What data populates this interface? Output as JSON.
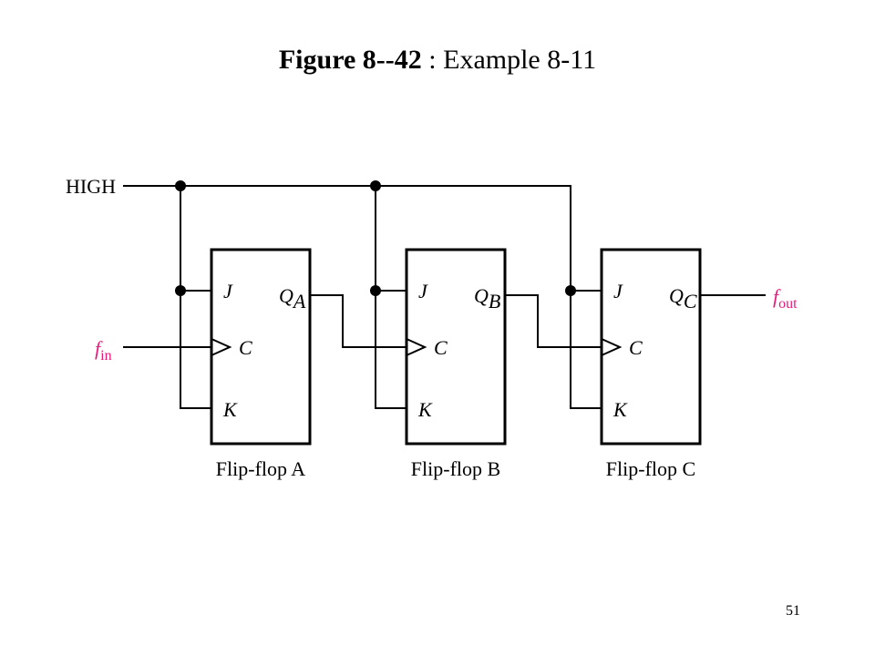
{
  "title": {
    "figure": "Figure 8--42",
    "caption": ": Example 8-11"
  },
  "diagram": {
    "high_label": "HIGH",
    "input": {
      "main": "f",
      "sub": "in"
    },
    "output": {
      "main": "f",
      "sub": "out"
    },
    "flipflops": [
      {
        "j": "J",
        "k": "K",
        "c": "C",
        "q": "Q",
        "q_sub": "A",
        "caption": "Flip-flop A"
      },
      {
        "j": "J",
        "k": "K",
        "c": "C",
        "q": "Q",
        "q_sub": "B",
        "caption": "Flip-flop B"
      },
      {
        "j": "J",
        "k": "K",
        "c": "C",
        "q": "Q",
        "q_sub": "C",
        "caption": "Flip-flop C"
      }
    ],
    "colors": {
      "signal": "#e8197a",
      "line": "#000000"
    }
  },
  "page_number": "51"
}
